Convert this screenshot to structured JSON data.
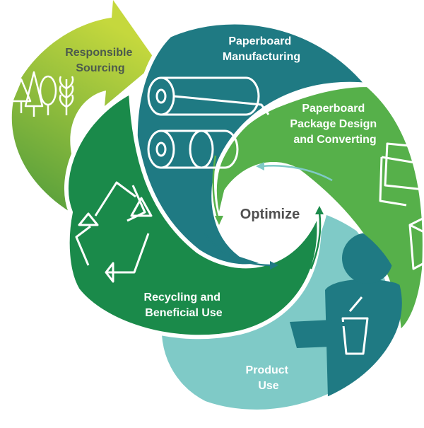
{
  "stages": {
    "sourcing": [
      "Responsible",
      "Sourcing"
    ],
    "manufacturing": [
      "Paperboard",
      "Manufacturing"
    ],
    "design": [
      "Paperboard",
      "Package Design",
      "and Converting"
    ],
    "product_use": [
      "Product",
      "Use"
    ],
    "recycling": [
      "Recycling and",
      "Beneficial Use"
    ]
  },
  "center_label": "Optimize",
  "icons": [
    "tree-icon",
    "wheat-icon",
    "paper-roll-icon",
    "paperboard-box-icon",
    "person-drinking-cup-icon",
    "recycle-icon"
  ],
  "colors": {
    "sourcing": "#a7c63b",
    "manufacturing": "#1f7a83",
    "design": "#56b04a",
    "product_use": "#7fcac7",
    "recycling": "#1a8a4a",
    "person": "#1f7a83",
    "sourcing_text": "#4c5a4d",
    "center_text": "#505050"
  }
}
